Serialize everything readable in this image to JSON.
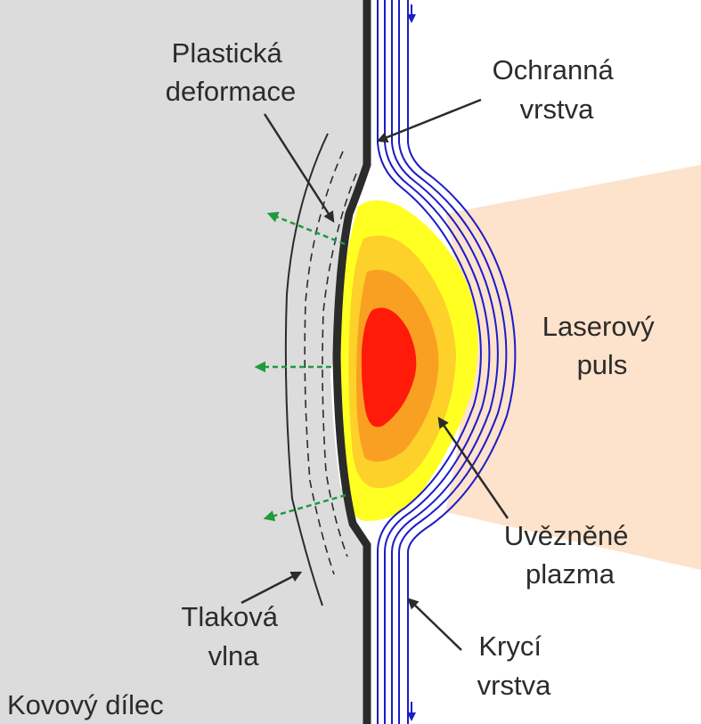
{
  "labels": {
    "plastic_deformation": [
      "Plastická",
      "deformace"
    ],
    "protective_layer": [
      "Ochranná",
      "vrstva"
    ],
    "laser_pulse": [
      "Laserový",
      "puls"
    ],
    "confined_plasma": [
      "Uvězněné",
      "plazma"
    ],
    "pressure_wave": [
      "Tlaková",
      "vlna"
    ],
    "cover_layer": [
      "Krycí",
      "vrstva"
    ],
    "metal_part": "Kovový dílec"
  },
  "colors": {
    "metal": "#dcdcdc",
    "laser_beam": "#fde2cc",
    "plasma_outer": "#ffff22",
    "plasma_mid1": "#fdd02a",
    "plasma_mid2": "#f9a023",
    "plasma_core": "#ff1a0a",
    "water_lines": "#1c1cc8",
    "arrows": "#2b2b2b",
    "expansion_arrows": "#1f9a3e"
  }
}
